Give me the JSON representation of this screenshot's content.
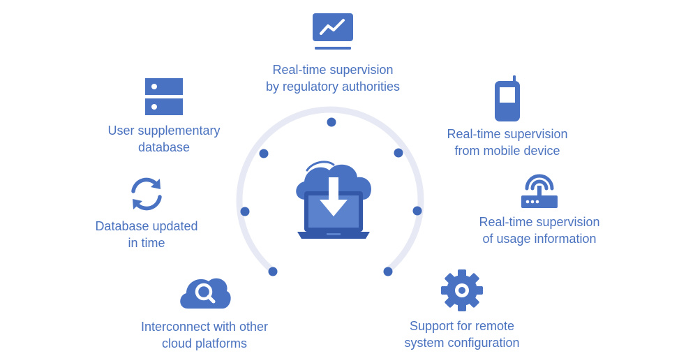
{
  "colors": {
    "icon": "#4a72c2",
    "icon_dark": "#3458a8",
    "arc": "#e7eaf4",
    "dot": "#3f68b8",
    "text": "#4a72bf"
  },
  "features": [
    {
      "id": "regulatory",
      "icon": "monitor-chart-icon",
      "line1": "Real-time supervision",
      "line2": "by regulatory authorities"
    },
    {
      "id": "mobile",
      "icon": "mobile-phone-icon",
      "line1": "Real-time supervision",
      "line2": "from mobile device"
    },
    {
      "id": "usage",
      "icon": "router-icon",
      "line1": "Real-time supervision",
      "line2": "of usage information"
    },
    {
      "id": "remote-config",
      "icon": "gear-icon",
      "line1": "Support for remote",
      "line2": "system configuration"
    },
    {
      "id": "cloud-interconnect",
      "icon": "cloud-search-icon",
      "line1": "Interconnect with other",
      "line2": "cloud platforms"
    },
    {
      "id": "db-updated",
      "icon": "refresh-icon",
      "line1": "Database updated",
      "line2": "in time"
    },
    {
      "id": "user-db",
      "icon": "database-server-icon",
      "line1": "User supplementary",
      "line2": "database"
    }
  ],
  "center": {
    "icon": "cloud-laptop-download-icon"
  }
}
